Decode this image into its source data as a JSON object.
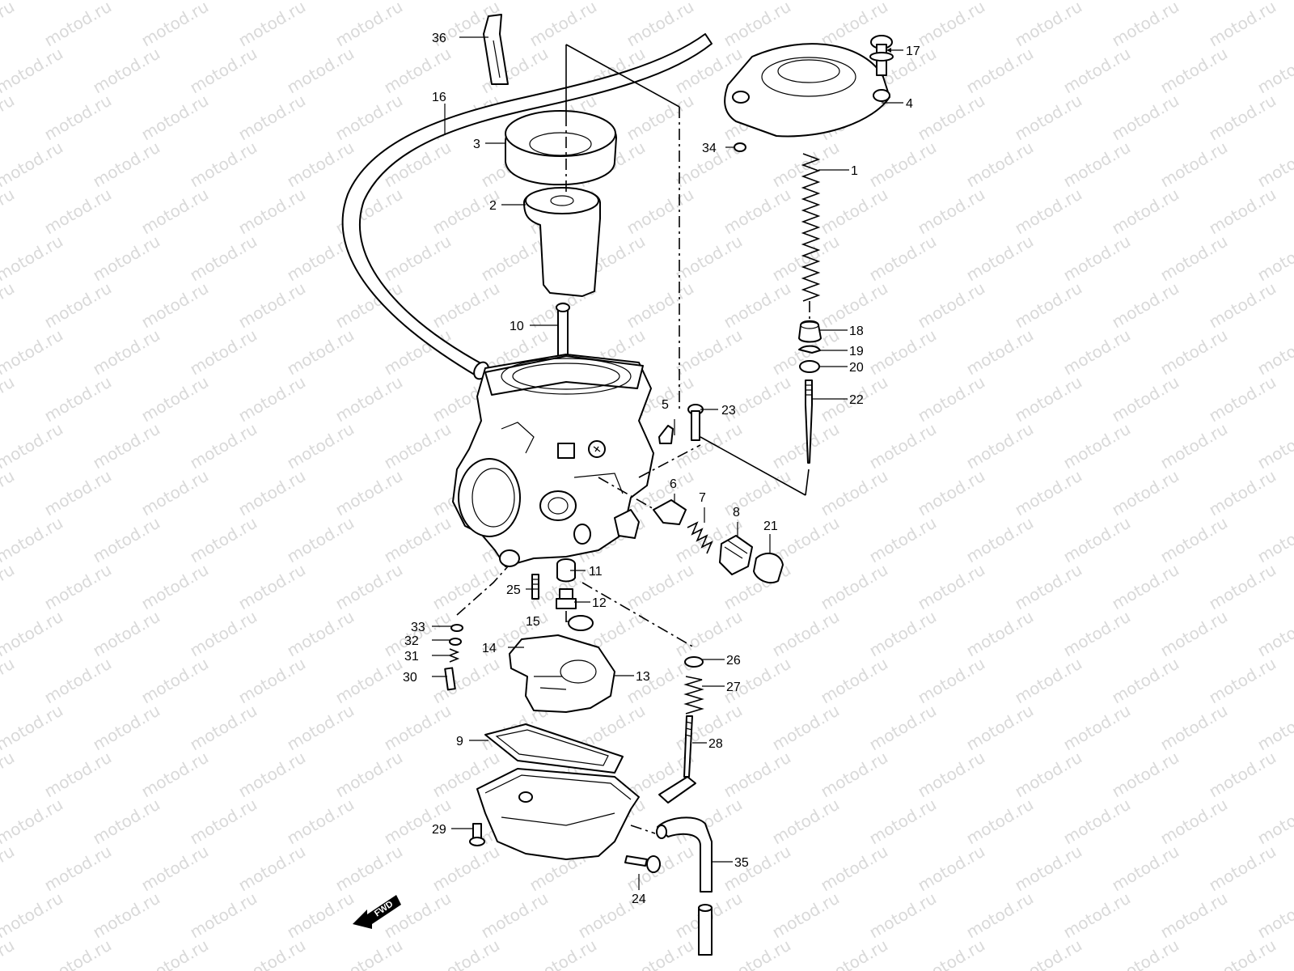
{
  "watermark": "motod.ru",
  "fwd_label": "FWD",
  "callouts": {
    "c1": "1",
    "c2": "2",
    "c3": "3",
    "c4": "4",
    "c5": "5",
    "c6": "6",
    "c7": "7",
    "c8": "8",
    "c9": "9",
    "c10": "10",
    "c11": "11",
    "c12": "12",
    "c13": "13",
    "c14": "14",
    "c15": "15",
    "c16": "16",
    "c17": "17",
    "c18": "18",
    "c19": "19",
    "c20": "20",
    "c21": "21",
    "c22": "22",
    "c23": "23",
    "c24": "24",
    "c25": "25",
    "c26": "26",
    "c27": "27",
    "c28": "28",
    "c29": "29",
    "c30": "30",
    "c31": "31",
    "c32": "32",
    "c33": "33",
    "c34": "34",
    "c35": "35",
    "c36": "36"
  }
}
